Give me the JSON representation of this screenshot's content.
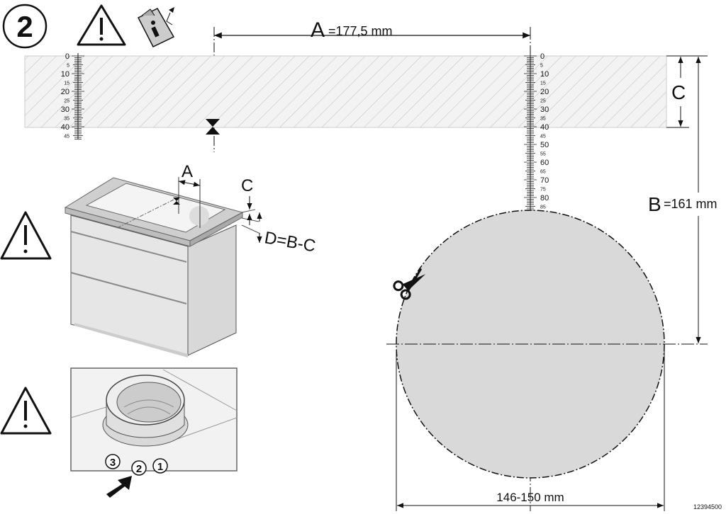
{
  "step": {
    "number": "2"
  },
  "dimensions": {
    "a_letter": "A",
    "a_value": "=177,5 mm",
    "b_letter": "B",
    "b_value": "=161 mm",
    "c_letter": "C",
    "diameter": "146-150 mm"
  },
  "cabinet": {
    "a_letter": "A",
    "c_letter": "C",
    "formula": "D=B-C"
  },
  "ruler_left": {
    "labels": [
      "0",
      "5",
      "10",
      "15",
      "20",
      "25",
      "30",
      "35",
      "40",
      "45"
    ]
  },
  "ruler_right": {
    "labels": [
      "0",
      "5",
      "10",
      "15",
      "20",
      "25",
      "30",
      "35",
      "40",
      "45",
      "50",
      "55",
      "60",
      "65",
      "70",
      "75",
      "80",
      "85"
    ]
  },
  "callouts": [
    "1",
    "2",
    "3"
  ],
  "doc_number": "12394500",
  "colors": {
    "hatch": "#efefef",
    "circle": "#d9d9d9",
    "cabinet": "#e4e4e4",
    "line": "#111111"
  }
}
